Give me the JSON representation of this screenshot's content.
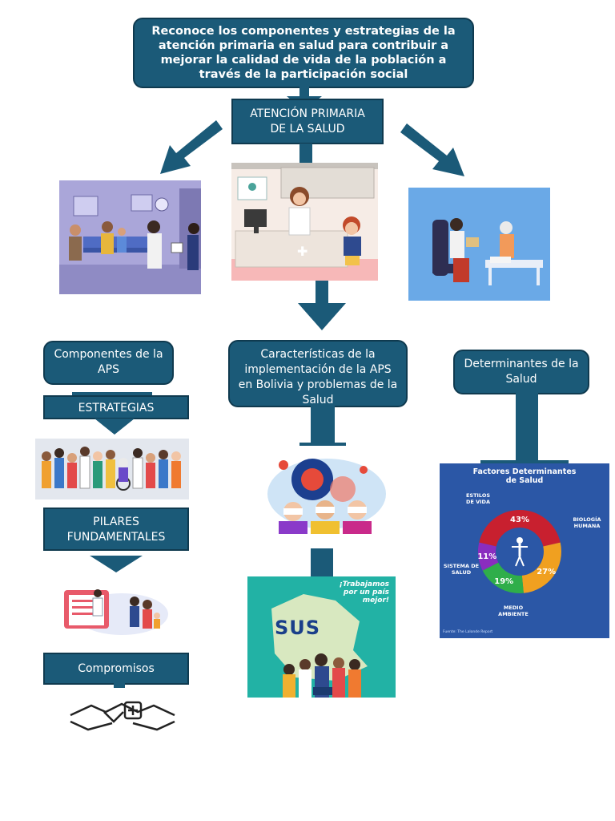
{
  "title_box": {
    "text": "Reconoce los componentes y estrategias de la atención primaria en salud para contribuir a mejorar la calidad de vida de la población a través de la participación social"
  },
  "center_box": {
    "text": "ATENCIÓN PRIMARIA DE LA SALUD"
  },
  "left_column": {
    "componentes": "Componentes de la APS",
    "estrategias": "ESTRATEGIAS",
    "pilares": "PILARES FUNDAMENTALES",
    "compromisos": "Compromisos"
  },
  "middle_column": {
    "caracteristicas": "Características de la implementación de la APS en Bolivia y problemas de la Salud",
    "sus_poster": {
      "banner": "¡Trabajamos por un país mejor!",
      "logo": "SUS"
    }
  },
  "right_column": {
    "determinantes": "Determinantes de la Salud",
    "infographic": {
      "title": "Factores Determinantes de Salud",
      "labels": [
        "ESTILOS DE VIDA",
        "BIOLOGÍA HUMANA",
        "SISTEMA DE SALUD",
        "MEDIO AMBIENTE"
      ],
      "footer": "Fuente: The Lalonde Report"
    }
  },
  "chart_data": {
    "type": "pie",
    "title": "Factores Determinantes de Salud",
    "categories": [
      "ESTILOS DE VIDA",
      "BIOLOGÍA HUMANA",
      "MEDIO AMBIENTE",
      "SISTEMA DE SALUD"
    ],
    "values": [
      43,
      27,
      19,
      11
    ],
    "value_labels": [
      "43%",
      "27%",
      "19%",
      "11%"
    ],
    "colors": [
      "#c8202f",
      "#f0a020",
      "#2fae4a",
      "#8a2dbf"
    ]
  },
  "colors": {
    "box": "#1b5a78",
    "box_border": "#0f3a4f",
    "arrow": "#1b5a78"
  }
}
